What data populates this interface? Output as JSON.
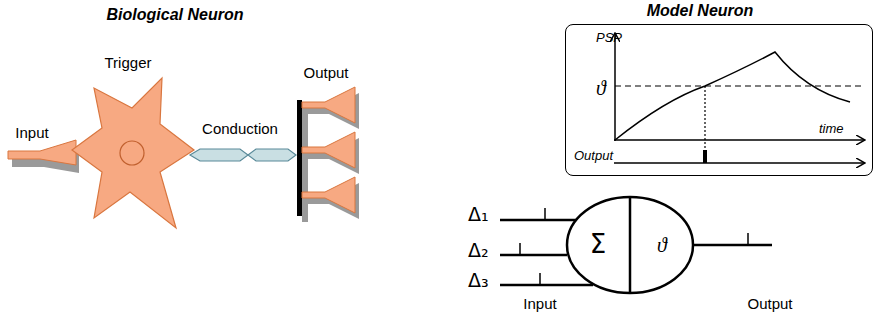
{
  "diagram": {
    "nodes": [
      {
        "text": [
          "PSP",
          "ϑ",
          "Output",
          "time"
        ]
      },
      {
        "text": [
          "Σ",
          "ϑ"
        ]
      }
    ],
    "labels": [
      "Biological Neuron",
      "Model Neuron",
      "Input",
      "Trigger",
      "Conduction",
      "Output",
      "Δ₁",
      "Δ₂",
      "Δ₃",
      "Input",
      "Output"
    ]
  }
}
